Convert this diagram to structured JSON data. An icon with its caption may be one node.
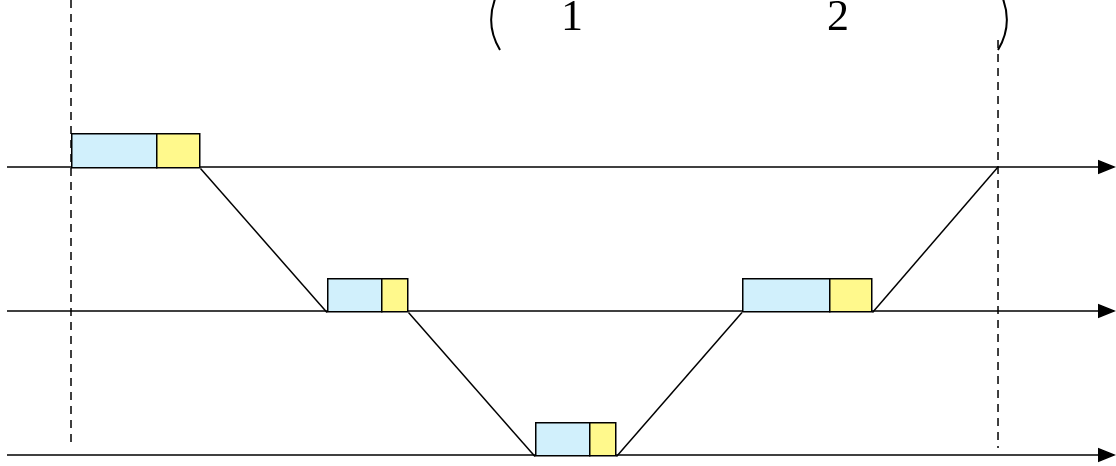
{
  "diagram": {
    "nodes": [
      {
        "text": [],
        "shape": "box"
      },
      {
        "text": [],
        "shape": "box"
      },
      {
        "text": [],
        "shape": "box"
      },
      {
        "text": [],
        "shape": "box"
      },
      {
        "text": [],
        "shape": "box"
      },
      {
        "text": [],
        "shape": "box"
      },
      {
        "text": [],
        "shape": "box"
      },
      {
        "text": [],
        "shape": "box"
      }
    ],
    "edges": [
      {
        "from": 1,
        "to": 2,
        "arrow": "none"
      },
      {
        "from": 3,
        "to": 4,
        "arrow": "none"
      },
      {
        "from": 5,
        "to": 6,
        "arrow": "none"
      },
      {
        "from": 7,
        "to": null,
        "arrow": "none"
      }
    ],
    "labels": [
      "1",
      "2"
    ]
  }
}
